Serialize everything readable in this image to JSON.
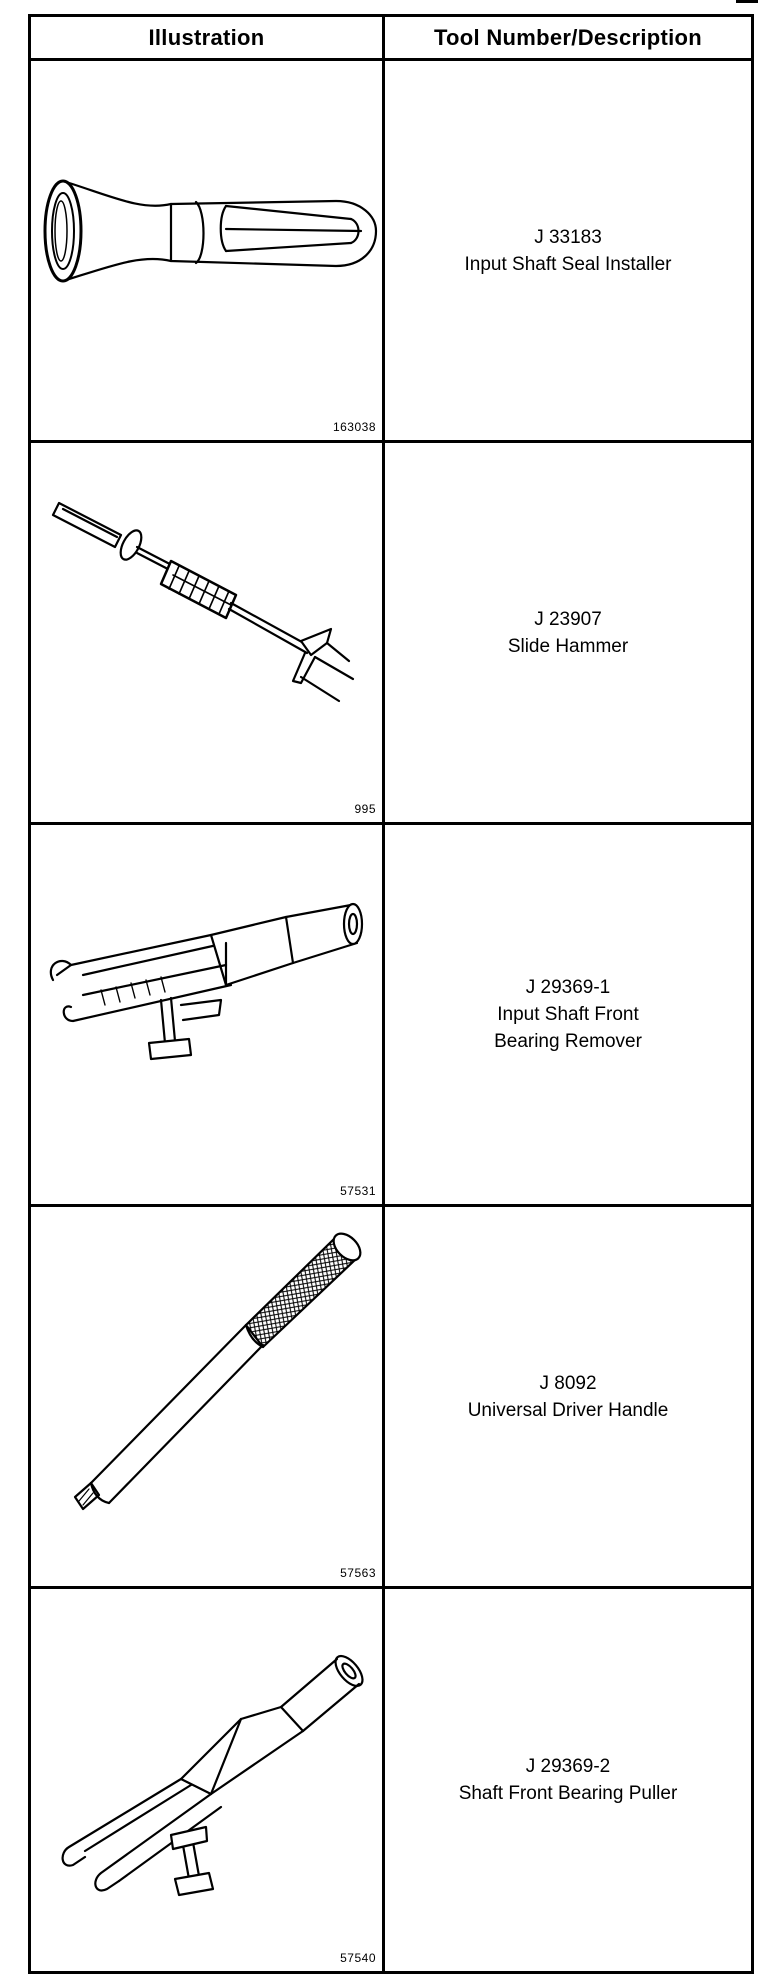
{
  "header": {
    "illustration": "Illustration",
    "description": "Tool Number/Description"
  },
  "tools": [
    {
      "number": "J 33183",
      "description": [
        "Input Shaft Seal Installer"
      ],
      "figure": "163038",
      "icon": "seal-installer-icon"
    },
    {
      "number": "J 23907",
      "description": [
        "Slide Hammer"
      ],
      "figure": "995",
      "icon": "slide-hammer-icon"
    },
    {
      "number": "J 29369-1",
      "description": [
        "Input Shaft Front",
        "Bearing Remover"
      ],
      "figure": "57531",
      "icon": "bearing-remover-icon"
    },
    {
      "number": "J 8092",
      "description": [
        "Universal Driver Handle"
      ],
      "figure": "57563",
      "icon": "driver-handle-icon"
    },
    {
      "number": "J 29369-2",
      "description": [
        "Shaft Front Bearing Puller"
      ],
      "figure": "57540",
      "icon": "bearing-puller-icon"
    }
  ]
}
